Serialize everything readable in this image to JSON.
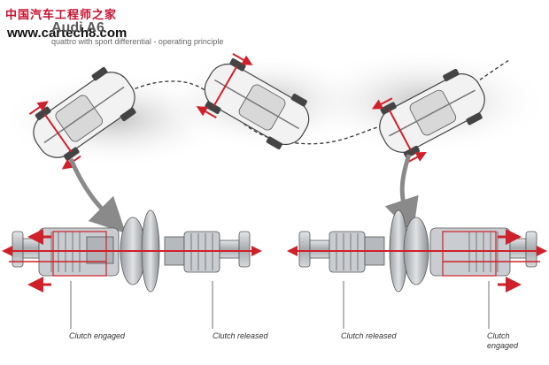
{
  "watermark": {
    "site_name": "中国汽车工程师之家",
    "url": "www.cartech8.com"
  },
  "header": {
    "title": "Audi A6",
    "subtitle": "quattro with sport differential - operating principle"
  },
  "left_diagram": {
    "label_engaged": "Clutch engaged",
    "label_released": "Clutch released"
  },
  "right_diagram": {
    "label_released": "Clutch released",
    "label_engaged": "Clutch engaged"
  },
  "colors": {
    "torque_arrow": "#d0202a",
    "road_path": "#333333",
    "car_body": "#f2f2f2",
    "metal": "#b9bcc0"
  }
}
